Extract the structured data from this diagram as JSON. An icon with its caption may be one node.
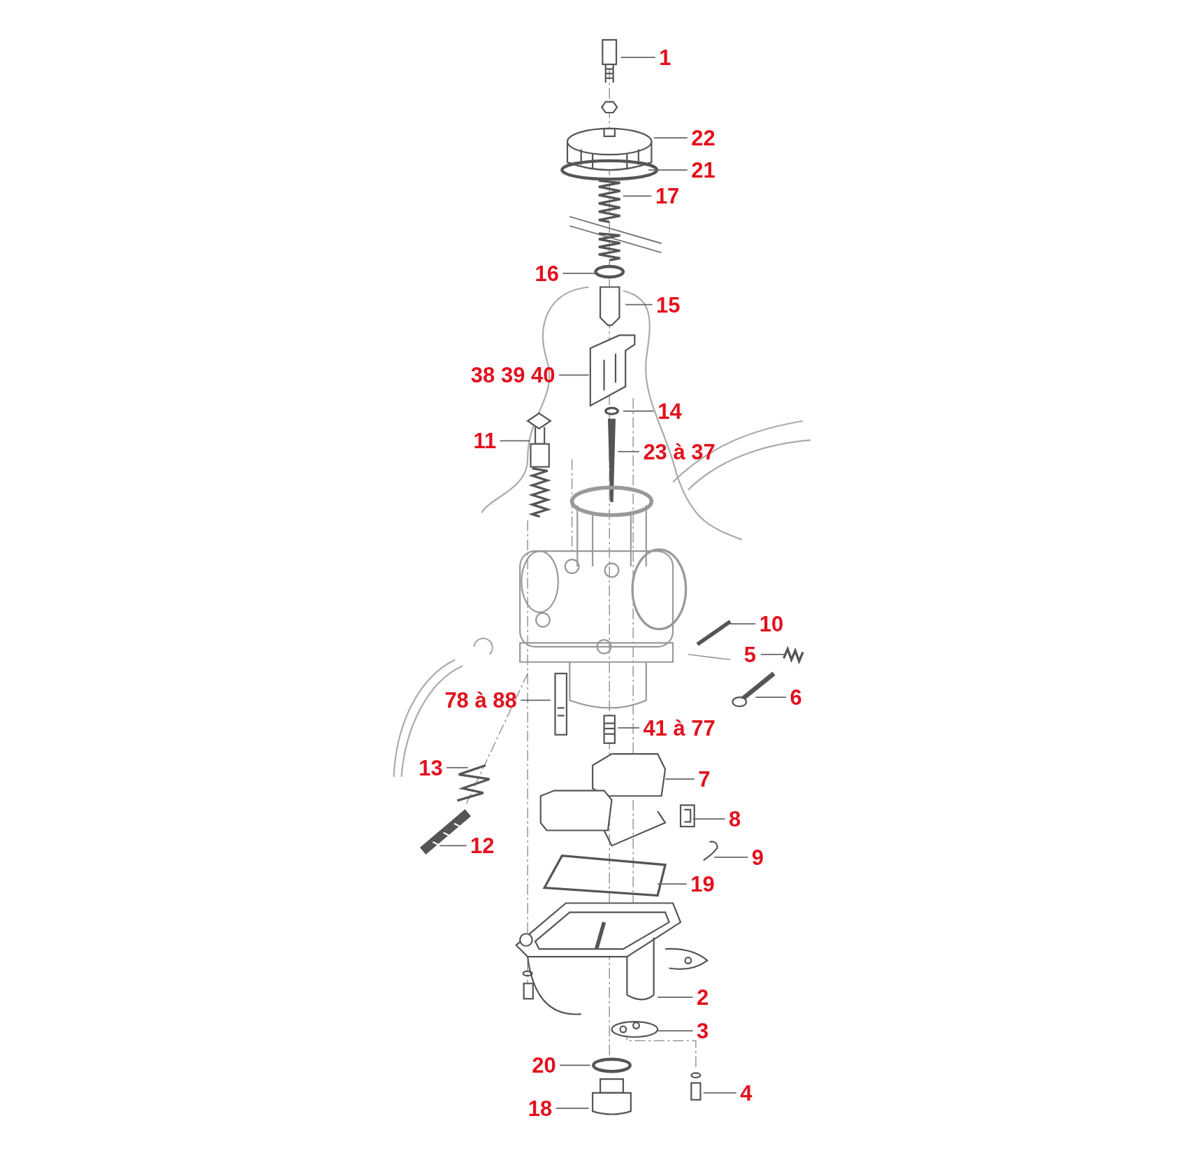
{
  "diagram": {
    "nodes": [
      {
        "text": [
          "1"
        ]
      },
      {
        "text": [
          "22"
        ]
      },
      {
        "text": [
          "21"
        ]
      },
      {
        "text": [
          "17"
        ]
      },
      {
        "text": [
          "16"
        ]
      },
      {
        "text": [
          "15"
        ]
      },
      {
        "text": [
          "38 39 40"
        ]
      },
      {
        "text": [
          "14"
        ]
      },
      {
        "text": [
          "11"
        ]
      },
      {
        "text": [
          "23 à 37"
        ]
      },
      {
        "text": [
          "10"
        ]
      },
      {
        "text": [
          "5"
        ]
      },
      {
        "text": [
          "6"
        ]
      },
      {
        "text": [
          "78 à 88"
        ]
      },
      {
        "text": [
          "41 à 77"
        ]
      },
      {
        "text": [
          "13"
        ]
      },
      {
        "text": [
          "7"
        ]
      },
      {
        "text": [
          "8"
        ]
      },
      {
        "text": [
          "9"
        ]
      },
      {
        "text": [
          "12"
        ]
      },
      {
        "text": [
          "19"
        ]
      },
      {
        "text": [
          "2"
        ]
      },
      {
        "text": [
          "3"
        ]
      },
      {
        "text": [
          "20"
        ]
      },
      {
        "text": [
          "4"
        ]
      },
      {
        "text": [
          "18"
        ]
      },
      {
        "text": [],
        "shape": "picture"
      },
      {
        "text": [],
        "shape": "picture"
      },
      {
        "text": [],
        "shape": "picture"
      },
      {
        "text": [],
        "shape": "picture"
      }
    ],
    "edges": [
      {
        "from": 0,
        "to": null,
        "arrow": "none"
      },
      {
        "from": 1,
        "to": null,
        "arrow": "none"
      },
      {
        "from": 2,
        "to": 26,
        "arrow": "none"
      },
      {
        "from": 3,
        "to": null,
        "arrow": "none"
      },
      {
        "from": 4,
        "to": null,
        "arrow": "none"
      },
      {
        "from": 5,
        "to": null,
        "arrow": "none"
      },
      {
        "from": 6,
        "to": null,
        "arrow": "none"
      },
      {
        "from": 7,
        "to": null,
        "arrow": "none"
      },
      {
        "from": 8,
        "to": null,
        "arrow": "none"
      },
      {
        "from": 9,
        "to": null,
        "arrow": "none"
      },
      {
        "from": 10,
        "to": null,
        "arrow": "none"
      },
      {
        "from": 11,
        "to": 27,
        "arrow": "none"
      },
      {
        "from": 12,
        "to": null,
        "arrow": "none"
      },
      {
        "from": 13,
        "to": null,
        "arrow": "none"
      },
      {
        "from": 14,
        "to": null,
        "arrow": "none"
      },
      {
        "from": 15,
        "to": null,
        "arrow": "none"
      },
      {
        "from": 16,
        "to": null,
        "arrow": "none"
      },
      {
        "from": 17,
        "to": 28,
        "arrow": "none"
      },
      {
        "from": 18,
        "to": 29,
        "arrow": "none"
      },
      {
        "from": 19,
        "to": null,
        "arrow": "none"
      },
      {
        "from": 20,
        "to": null,
        "arrow": "none"
      },
      {
        "from": 21,
        "to": null,
        "arrow": "none"
      },
      {
        "from": 22,
        "to": null,
        "arrow": "none"
      },
      {
        "from": 23,
        "to": null,
        "arrow": "none"
      },
      {
        "from": 24,
        "to": null,
        "arrow": "none"
      },
      {
        "from": 25,
        "to": null,
        "arrow": "none"
      }
    ]
  }
}
